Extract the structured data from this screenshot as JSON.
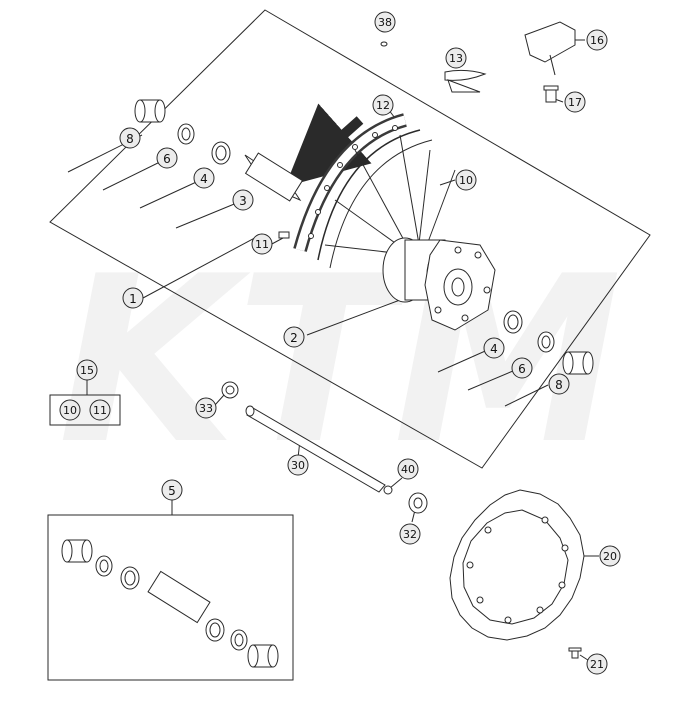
{
  "watermark": "KTM",
  "callouts": {
    "c1": "1",
    "c2": "2",
    "c3": "3",
    "c4a": "4",
    "c4b": "4",
    "c5": "5",
    "c6a": "6",
    "c6b": "6",
    "c8a": "8",
    "c8b": "8",
    "c10a": "10",
    "c10b": "10",
    "c11a": "11",
    "c11b": "11",
    "c12": "12",
    "c13": "13",
    "c15": "15",
    "c16": "16",
    "c17": "17",
    "c20": "20",
    "c21": "21",
    "c30": "30",
    "c32": "32",
    "c33": "33",
    "c38": "38",
    "c40": "40"
  },
  "colors": {
    "line": "#2a2a2a",
    "bubble_fill": "#ececec",
    "watermark": "#f2f2f2"
  }
}
